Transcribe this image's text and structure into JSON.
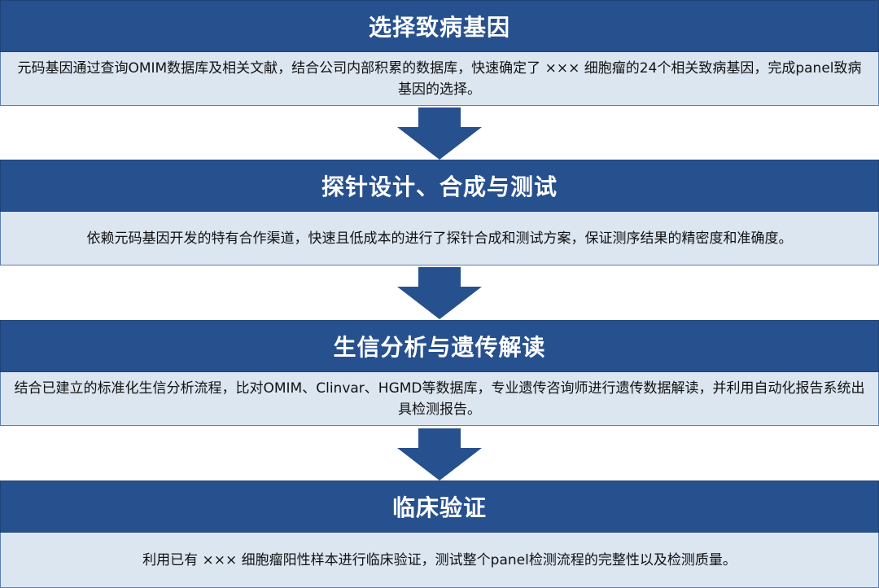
{
  "steps": [
    {
      "title": "选择致病基因",
      "description": "元码基因通过查询OMIM数据库及相关文献，结合公司内部积累的数据库，快速确定了 ×××  细胞瘤的24个相关致病基因，完成panel致病基因的选择。"
    },
    {
      "title": "探针设计、合成与测试",
      "description": "依赖元码基因开发的特有合作渠道，快速且低成本的进行了探针合成和测试方案，保证测序结果的精密度和准确度。"
    },
    {
      "title": "生信分析与遗传解读",
      "description": "结合已建立的标准化生信分析流程，比对OMIM、Clinvar、HGMD等数据库，专业遗传咨询师进行遗传数据解读，并利用自动化报告系统出具检测报告。"
    },
    {
      "title": "临床验证",
      "description": "利用已有 ×××  细胞瘤阳性样本进行临床验证，测试整个panel检测流程的完整性以及检测质量。"
    }
  ],
  "colors": {
    "header_bg": "#27508f",
    "body_bg": "#dce6f1",
    "arrow": "#27508f"
  }
}
